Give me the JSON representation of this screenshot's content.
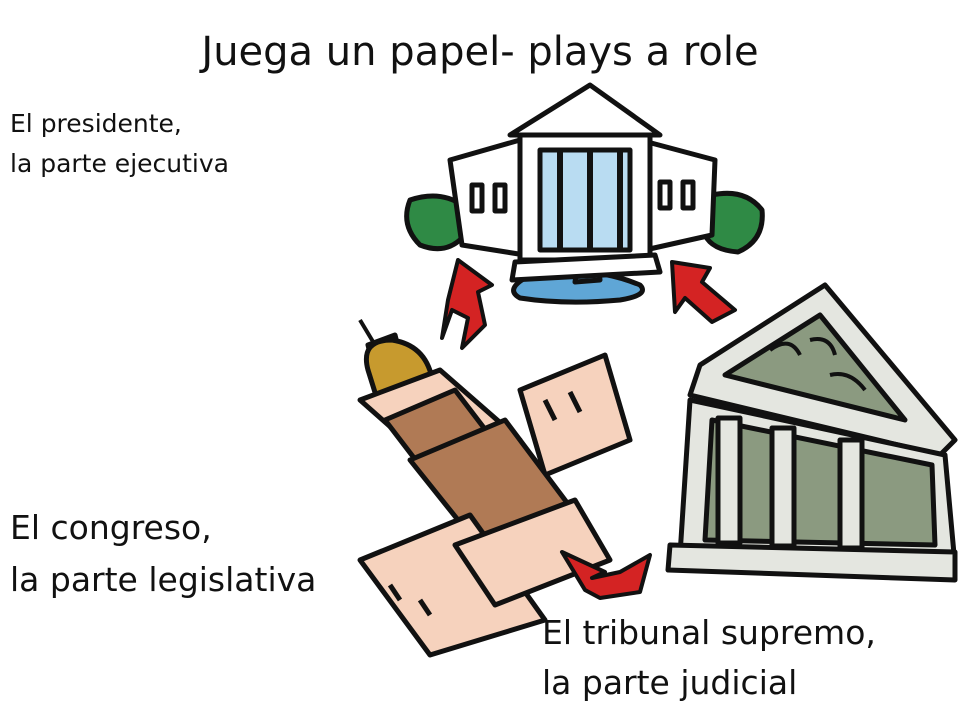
{
  "slide": {
    "title": "Juega un papel- plays a role",
    "executive": {
      "line1": "El presidente,",
      "line2": "la parte ejecutiva"
    },
    "legislative": {
      "line1": "El congreso,",
      "line2": "la parte legislativa"
    },
    "judicial": {
      "line1": "El tribunal supremo,",
      "line2": "la parte judicial"
    }
  },
  "colors": {
    "arrow": "#d42323",
    "outline": "#111111",
    "bush": "#2f8a45",
    "water": "#5fa6d6",
    "dome": "#c79a2e",
    "capitol_light": "#f6d2bd",
    "capitol_dark": "#b07a55",
    "court_fill": "#8b9a80",
    "court_light": "#e4e6e0"
  },
  "icons": [
    "white-house-icon",
    "capitol-building-icon",
    "supreme-court-icon",
    "cycle-arrow-icon"
  ]
}
